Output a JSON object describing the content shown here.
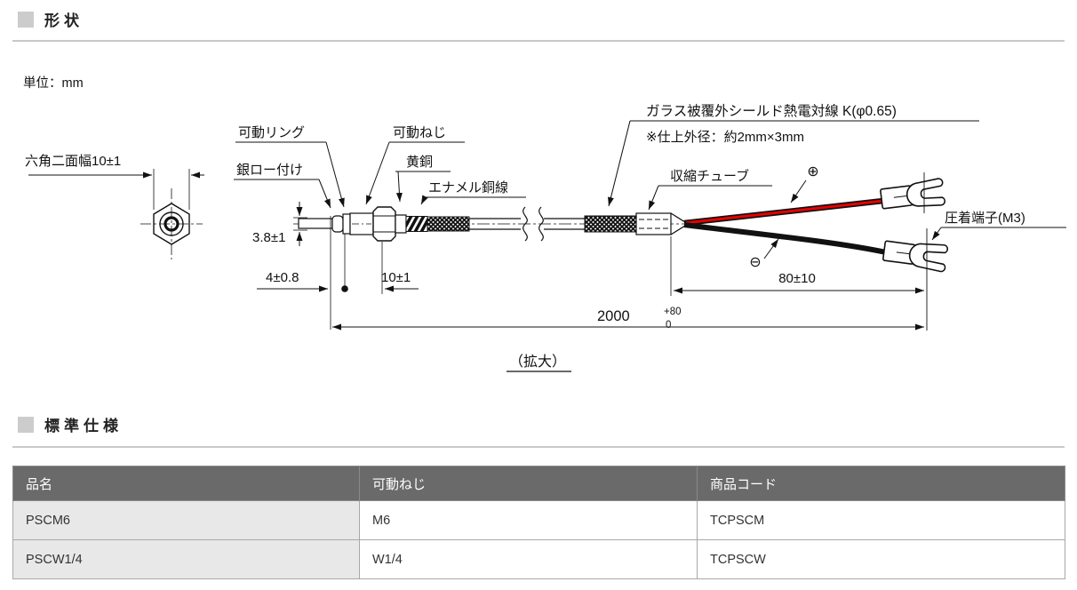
{
  "sections": {
    "shape": {
      "title": "形状",
      "unit": "単位：mm"
    },
    "spec": {
      "title": "標準仕様"
    }
  },
  "diagram": {
    "labels": {
      "hex_width": "六角二面幅10±1",
      "movable_ring": "可動リング",
      "movable_screw": "可動ねじ",
      "silver_brazing": "銀ロー付け",
      "brass": "黄銅",
      "enamel_wire": "エナメル銅線",
      "thermocouple_wire": "ガラス被覆外シールド熱電対線 K(φ0.65)",
      "od_note": "※仕上外径：約2mm×3mm",
      "shrink_tube": "収縮チューブ",
      "plus_sign": "⊕",
      "minus_sign": "⊖",
      "crimp_terminal": "圧着端子(M3)",
      "enlarge_link": "（拡大）"
    },
    "dimensions": {
      "tip_diameter": "3.8±1",
      "tip_length": "4±0.8",
      "screw_length": "10±1",
      "lead_length": "80±10",
      "total_length": "2000",
      "total_tol_upper": "+80",
      "total_tol_lower": "0"
    },
    "wire_colors": {
      "positive": "#e60000",
      "negative": "#111111"
    }
  },
  "spec_table": {
    "headers": {
      "name": "品名",
      "screw": "可動ねじ",
      "code": "商品コード"
    },
    "rows": [
      {
        "name": "PSCM6",
        "screw": "M6",
        "code": "TCPSCM"
      },
      {
        "name": "PSCW1/4",
        "screw": "W1/4",
        "code": "TCPSCW"
      }
    ]
  }
}
